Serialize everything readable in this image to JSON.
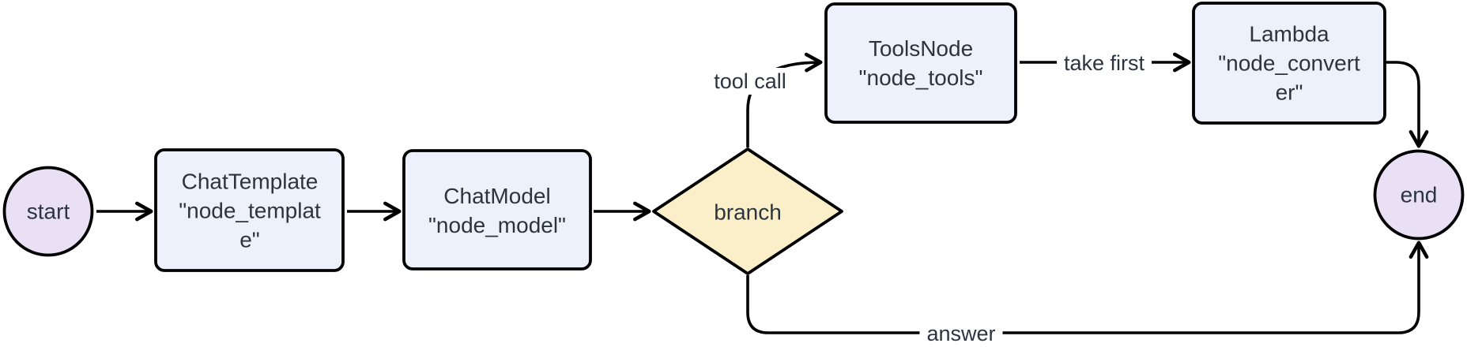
{
  "diagram": {
    "type": "flowchart",
    "direction": "left-to-right",
    "colors": {
      "background": "#ffffff",
      "box_fill": "#edf1fb",
      "diamond_fill": "#faefc9",
      "circle_fill": "#e9e0f6",
      "stroke": "#000000",
      "text": "#2c3440"
    },
    "nodes": {
      "start": {
        "label": "start",
        "shape": "circle"
      },
      "template": {
        "label": "ChatTemplate\n\"node_templat\ne\"",
        "shape": "rounded-box"
      },
      "model": {
        "label": "ChatModel\n\"node_model\"",
        "shape": "rounded-box"
      },
      "branch": {
        "label": "branch",
        "shape": "diamond"
      },
      "tools": {
        "label": "ToolsNode\n\"node_tools\"",
        "shape": "rounded-box"
      },
      "converter": {
        "label": "Lambda\n\"node_convert\ner\"",
        "shape": "rounded-box"
      },
      "end": {
        "label": "end",
        "shape": "circle"
      }
    },
    "edge_labels": {
      "tool_call": "tool call",
      "take_first": "take first",
      "answer": "answer"
    }
  }
}
